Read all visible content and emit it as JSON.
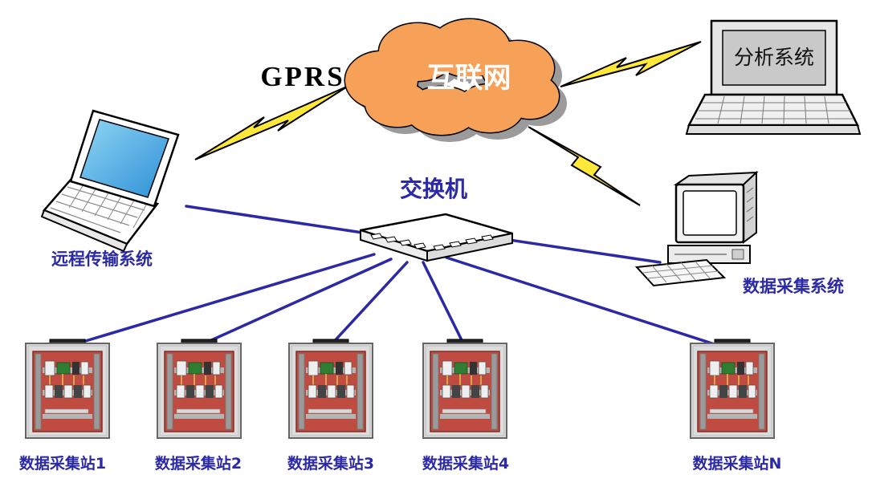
{
  "diagram": {
    "gprs_label": "GPRS",
    "cloud_label": "互联网",
    "switch_label": "交换机",
    "remote_system_label": "远程传输系统",
    "analysis_system_label": "分析系统",
    "daq_system_label": "数据采集系统",
    "stations": [
      {
        "label": "数据采集站1"
      },
      {
        "label": "数据采集站2"
      },
      {
        "label": "数据采集站3"
      },
      {
        "label": "数据采集站4"
      },
      {
        "label": "数据采集站N"
      }
    ],
    "colors": {
      "cloud_fill": "#F7A158",
      "cloud_shadow": "#9B9B9B",
      "lightning_fill": "#FFE83A",
      "connection_blue": "#2B29A5",
      "label_blue": "#2B29A5",
      "cabinet_panel_red": "#C04B41",
      "screen_blue": "#56B7E8"
    }
  }
}
